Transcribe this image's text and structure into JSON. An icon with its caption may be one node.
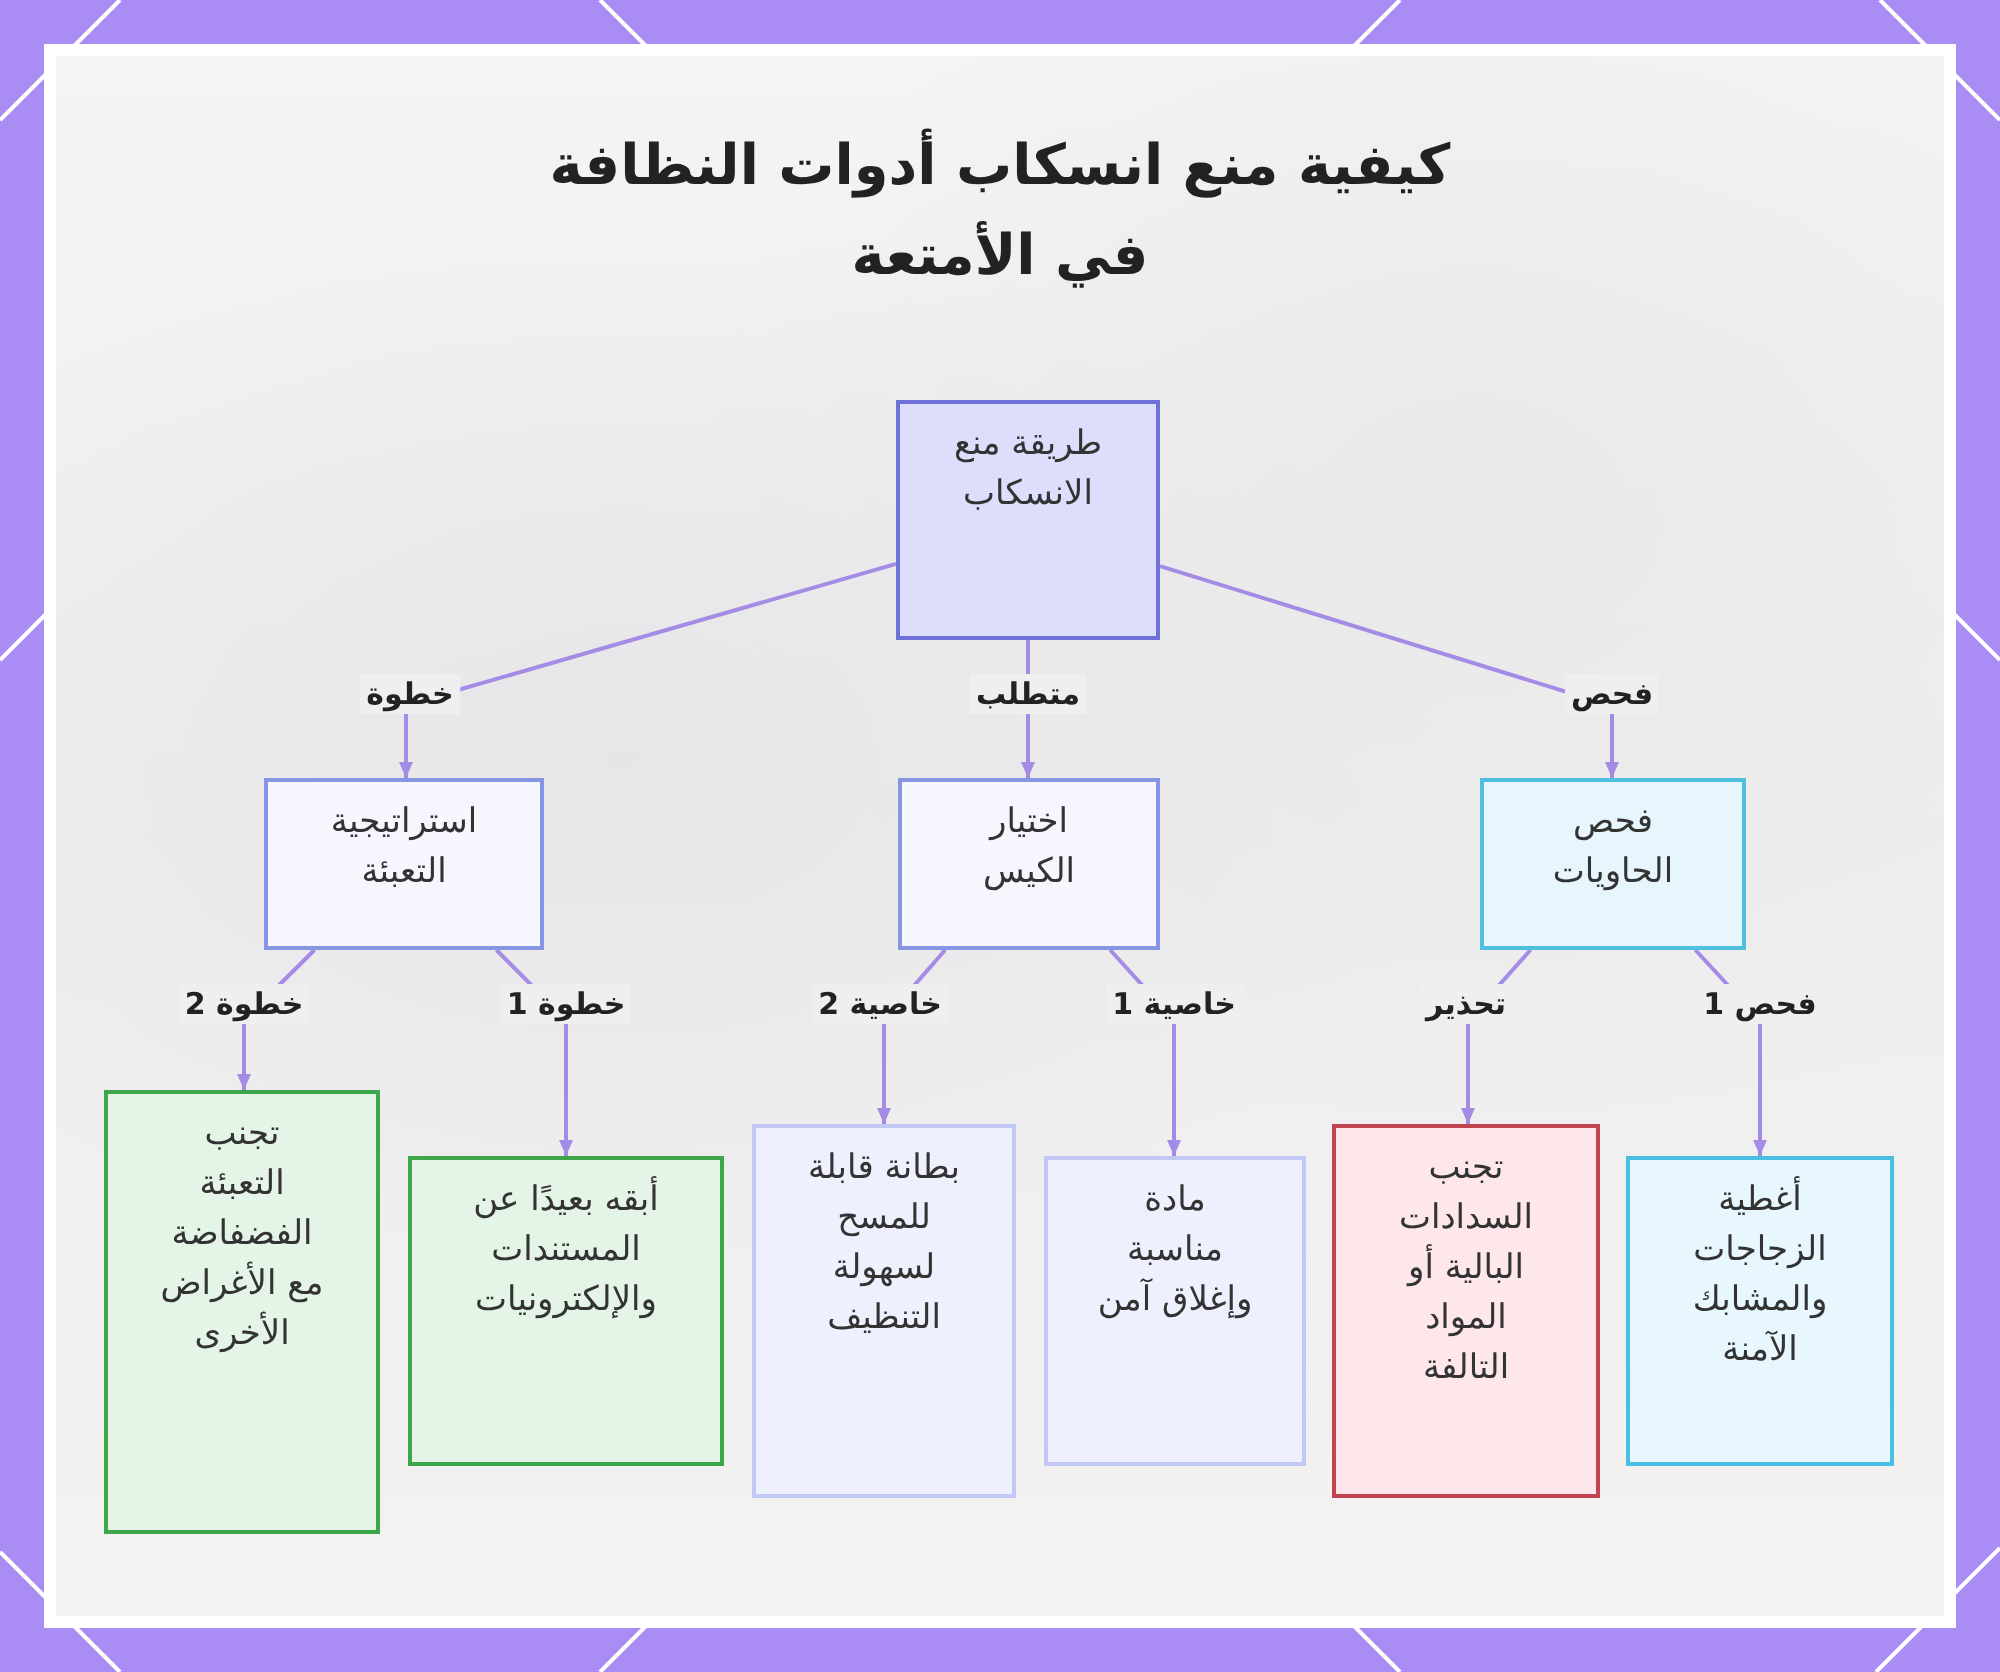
{
  "diagram": {
    "title": "كيفية منع انسكاب أدوات النظافة في الأمتعة",
    "nodes": [
      {
        "text": [
          "طريقة منع الانسكاب"
        ]
      },
      {
        "text": [
          "استراتيجية التعبئة"
        ]
      },
      {
        "text": [
          "اختيار الكيس"
        ]
      },
      {
        "text": [
          "فحص الحاويات"
        ]
      },
      {
        "text": [
          "تجنب التعبئة الفضفاضة مع الأغراض الأخرى"
        ]
      },
      {
        "text": [
          "أبقه بعيدًا عن المستندات والإلكترونيات"
        ]
      },
      {
        "text": [
          "بطانة قابلة للمسح لسهولة التنظيف"
        ]
      },
      {
        "text": [
          "مادة مناسبة وإغلاق آمن"
        ]
      },
      {
        "text": [
          "تجنب السدادات البالية أو المواد التالفة"
        ]
      },
      {
        "text": [
          "أغطية الزجاجات والمشابك الآمنة"
        ]
      }
    ],
    "edges": [
      {
        "from": 0,
        "to": 1,
        "arrow": "to",
        "label": "خطوة"
      },
      {
        "from": 0,
        "to": 2,
        "arrow": "to",
        "label": "متطلب"
      },
      {
        "from": 0,
        "to": 3,
        "arrow": "to",
        "label": "فحص"
      },
      {
        "from": 1,
        "to": 4,
        "arrow": "to",
        "label": "خطوة 2"
      },
      {
        "from": 1,
        "to": 5,
        "arrow": "to",
        "label": "خطوة 1"
      },
      {
        "from": 2,
        "to": 6,
        "arrow": "to",
        "label": "خاصية 2"
      },
      {
        "from": 2,
        "to": 7,
        "arrow": "to",
        "label": "خاصية 1"
      },
      {
        "from": 3,
        "to": 8,
        "arrow": "to",
        "label": "تحذير"
      },
      {
        "from": 3,
        "to": 9,
        "arrow": "to",
        "label": "فحص 1"
      }
    ]
  }
}
